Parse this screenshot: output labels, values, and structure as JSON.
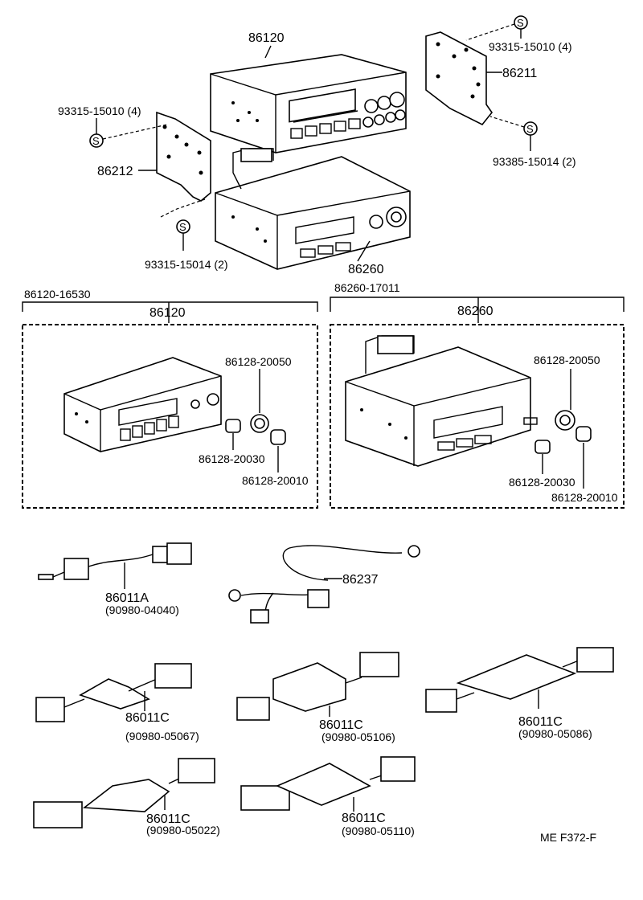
{
  "diagram": {
    "top": {
      "radio_a": "86120",
      "radio_b": "86260",
      "bracket_left": "86212",
      "bracket_right": "86211",
      "screw_tl": "93315-15010 (4)",
      "screw_tr": "93315-15010 (4)",
      "screw_bl": "93315-15014 (2)",
      "screw_br": "93385-15014 (2)",
      "screw_symbol": "S"
    },
    "assemblies": [
      {
        "assembly_no": "86120-16530",
        "unit": "86120",
        "knob_top": "86128-20050",
        "knob_mid": "86128-20030",
        "knob_bot": "86128-20010"
      },
      {
        "assembly_no": "86260-17011",
        "unit": "86260",
        "knob_top": "86128-20050",
        "knob_mid": "86128-20030",
        "knob_bot": "86128-20010"
      }
    ],
    "wiring": [
      {
        "part": "86011A",
        "code": "(90980-04040)"
      },
      {
        "part": "86237",
        "code": ""
      },
      {
        "part": "86011C",
        "code": "(90980-05067)"
      },
      {
        "part": "86011C",
        "code": "(90980-05106)"
      },
      {
        "part": "86011C",
        "code": "(90980-05086)"
      },
      {
        "part": "86011C",
        "code": "(90980-05022)"
      },
      {
        "part": "86011C",
        "code": "(90980-05110)"
      }
    ],
    "footer": {
      "code": "ME  F372-F"
    }
  }
}
